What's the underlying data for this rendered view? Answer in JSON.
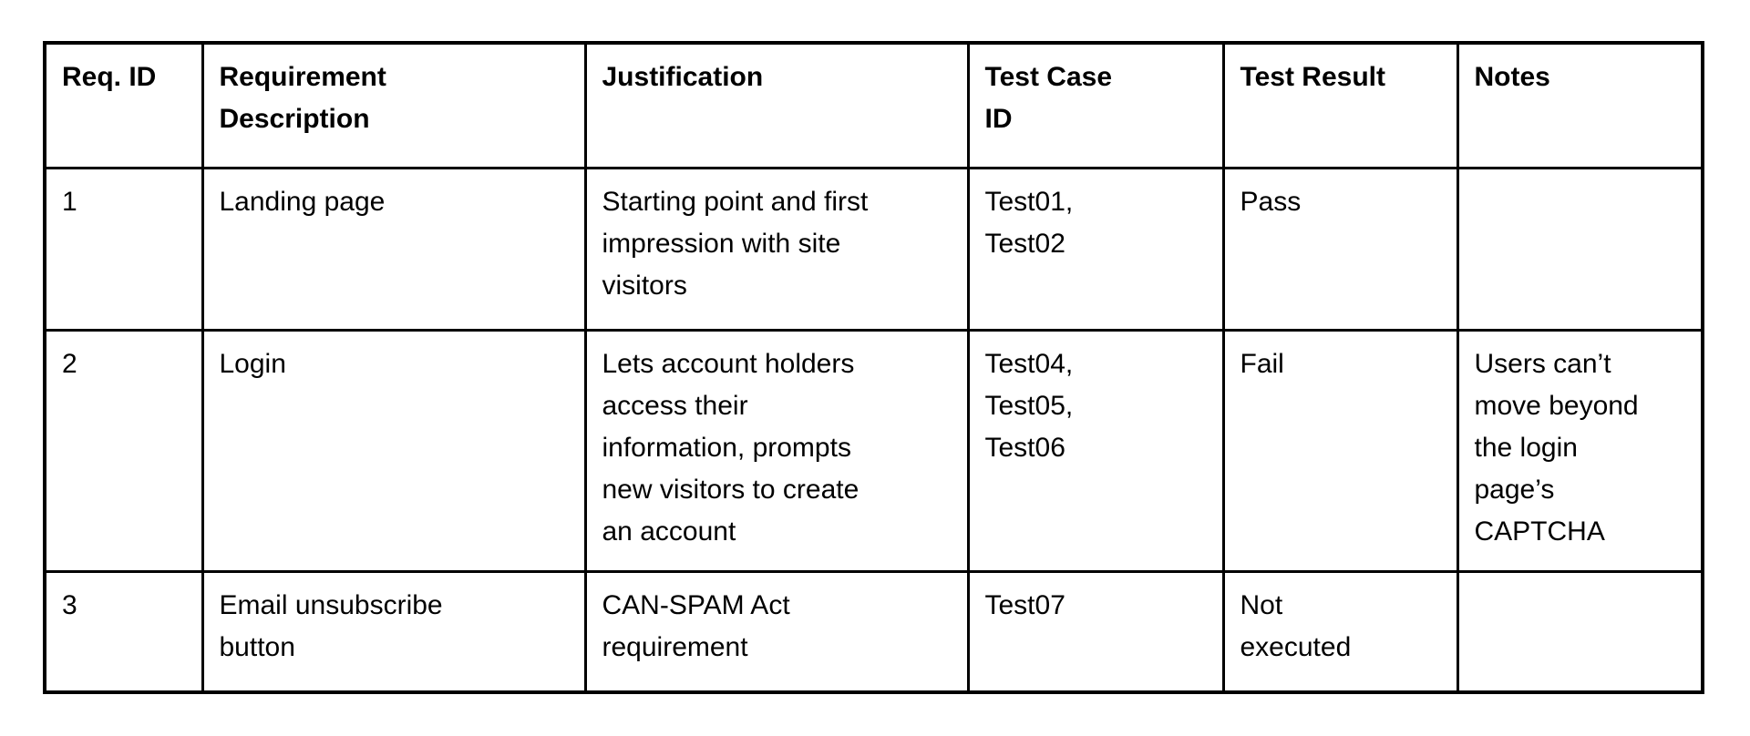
{
  "document": {
    "background_color": "#ffffff",
    "border_color": "#000000",
    "text_color": "#000000"
  },
  "table": {
    "columns": [
      {
        "label": "Req. ID"
      },
      {
        "label": "Requirement\nDescription"
      },
      {
        "label": "Justification"
      },
      {
        "label": "Test Case\nID"
      },
      {
        "label": "Test Result"
      },
      {
        "label": "Notes"
      }
    ],
    "rows": [
      {
        "cells": [
          "1",
          "Landing page",
          "Starting point and first\nimpression with site\nvisitors",
          "Test01,\nTest02",
          "Pass",
          ""
        ]
      },
      {
        "cells": [
          "2",
          "Login",
          "Lets account holders\naccess their\ninformation, prompts\nnew visitors to create\nan account",
          "Test04,\nTest05,\nTest06",
          "Fail",
          "Users can’t\nmove beyond\nthe login\npage’s\nCAPTCHA"
        ]
      },
      {
        "cells": [
          "3",
          "Email unsubscribe\nbutton",
          "CAN-SPAM Act\nrequirement",
          "Test07",
          "Not\nexecuted",
          ""
        ]
      }
    ]
  }
}
